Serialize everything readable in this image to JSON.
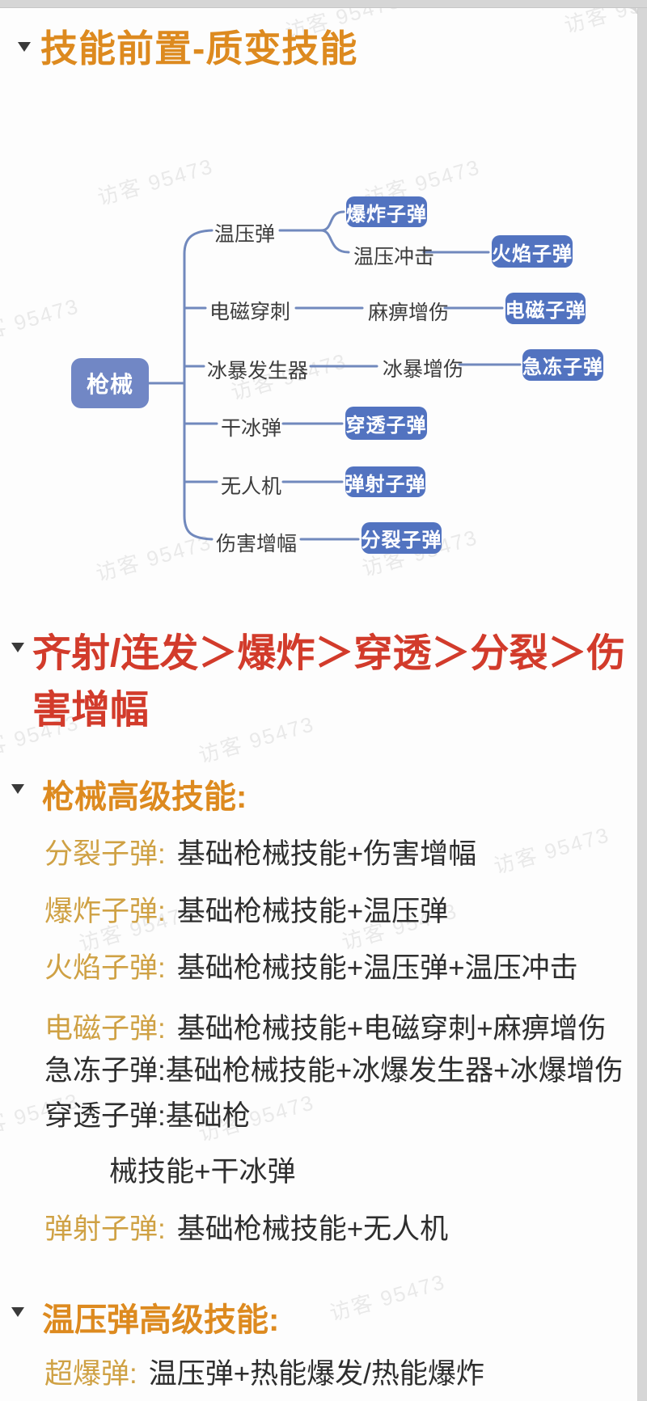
{
  "page": {
    "watermark": "访客 95473"
  },
  "colors": {
    "accent_orange": "#dd8a1f",
    "priority_red": "#d23b2b",
    "label_gold": "#cfa144",
    "node_blue": "#5273c0",
    "root_blue": "#7187c5",
    "connector_blue": "#7189bd",
    "body_text": "#2e2e2e"
  },
  "title": {
    "text": "技能前置-质变技能"
  },
  "mindmap": {
    "root": {
      "label": "枪械"
    },
    "branches": [
      {
        "label": "温压弹",
        "children": [
          {
            "label": "爆炸子弹"
          },
          {
            "label": "温压冲击",
            "child": {
              "label": "火焰子弹"
            }
          }
        ]
      },
      {
        "label": "电磁穿刺",
        "children": [
          {
            "label": "麻痹增伤",
            "child": {
              "label": "电磁子弹"
            }
          }
        ]
      },
      {
        "label": "冰暴发生器",
        "children": [
          {
            "label": "冰暴增伤",
            "child": {
              "label": "急冻子弹"
            }
          }
        ]
      },
      {
        "label": "干冰弹",
        "children": [
          {
            "label": "穿透子弹"
          }
        ]
      },
      {
        "label": "无人机",
        "children": [
          {
            "label": "弹射子弹"
          }
        ]
      },
      {
        "label": "伤害增幅",
        "children": [
          {
            "label": "分裂子弹"
          }
        ]
      }
    ]
  },
  "priority": {
    "lines": [
      "齐射/连发＞爆炸＞穿透＞分裂＞伤",
      "害增幅"
    ]
  },
  "gun_advanced": {
    "heading": "枪械高级技能:",
    "items": [
      {
        "label": "分裂子弹:",
        "value": "基础枪械技能+伤害增幅"
      },
      {
        "label": "爆炸子弹:",
        "value": "基础枪械技能+温压弹"
      },
      {
        "label": "火焰子弹:",
        "value": "基础枪械技能+温压弹+温压冲击"
      },
      {
        "label": "电磁子弹:",
        "value": "基础枪械技能+电磁穿刺+麻痹增伤"
      },
      {
        "label": "",
        "value": "急冻子弹:基础枪械技能+冰爆发生器+冰爆增伤"
      },
      {
        "label": "",
        "value": "穿透子弹:基础枪"
      },
      {
        "label": "",
        "value": "械技能+干冰弹"
      },
      {
        "label": "弹射子弹:",
        "value": "基础枪械技能+无人机"
      }
    ]
  },
  "thermo_advanced": {
    "heading": "温压弹高级技能:",
    "items": [
      {
        "label": "超爆弹:",
        "value": "温压弹+热能爆发/热能爆炸"
      }
    ]
  }
}
